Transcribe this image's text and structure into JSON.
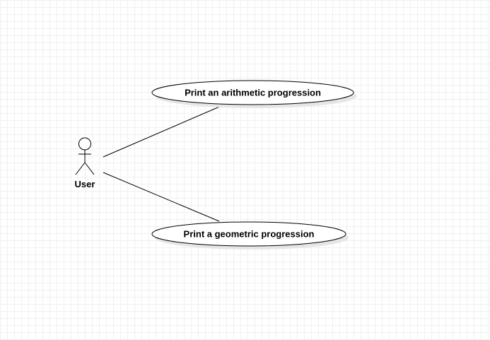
{
  "diagram": {
    "actor": {
      "label": "User"
    },
    "use_cases": [
      {
        "label": "Print an arithmetic progression"
      },
      {
        "label": "Print a geometric progression"
      }
    ],
    "colors": {
      "stroke": "#000000",
      "fill": "#ffffff",
      "shadow": "#e6e6e6",
      "grid": "#f0f0f0"
    }
  }
}
